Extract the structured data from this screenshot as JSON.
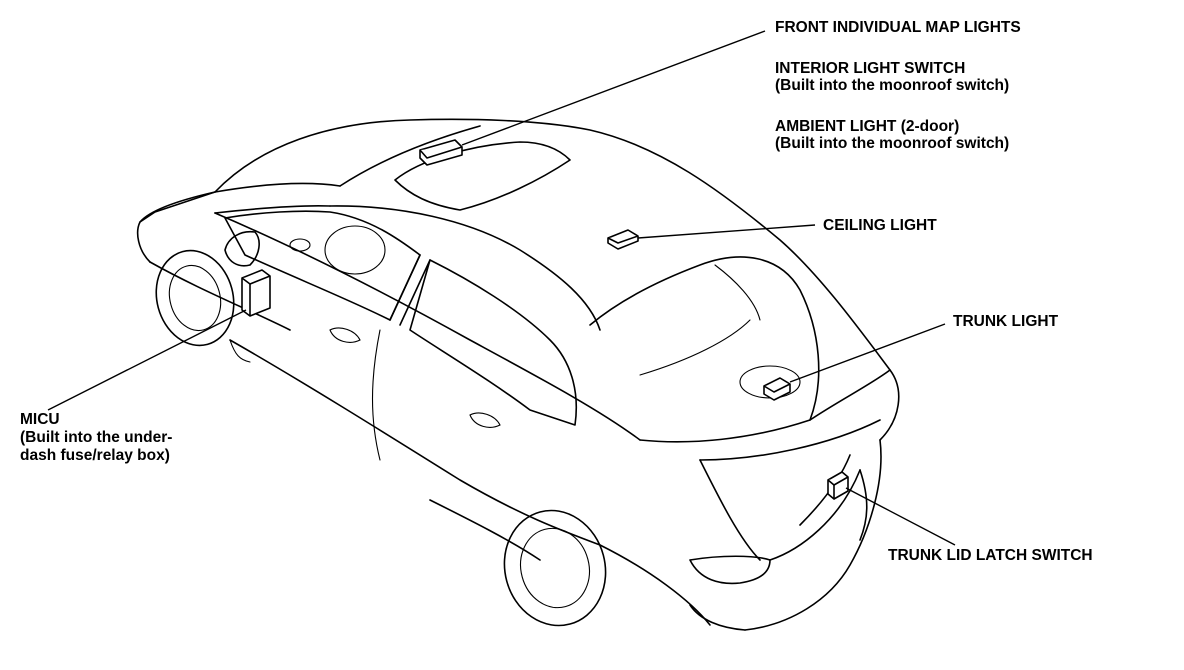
{
  "labels": {
    "map_lights": "FRONT INDIVIDUAL MAP LIGHTS",
    "interior_switch_1": "INTERIOR LIGHT SWITCH",
    "interior_switch_2": "(Built into the moonroof switch)",
    "ambient_1": "AMBIENT LIGHT (2-door)",
    "ambient_2": "(Built into the moonroof switch)",
    "ceiling": "CEILING LIGHT",
    "trunk_light": "TRUNK LIGHT",
    "micu_1": "MICU",
    "micu_2": "(Built into the under-",
    "micu_3": "dash fuse/relay box)",
    "trunk_latch": "TRUNK LID LATCH SWITCH"
  }
}
